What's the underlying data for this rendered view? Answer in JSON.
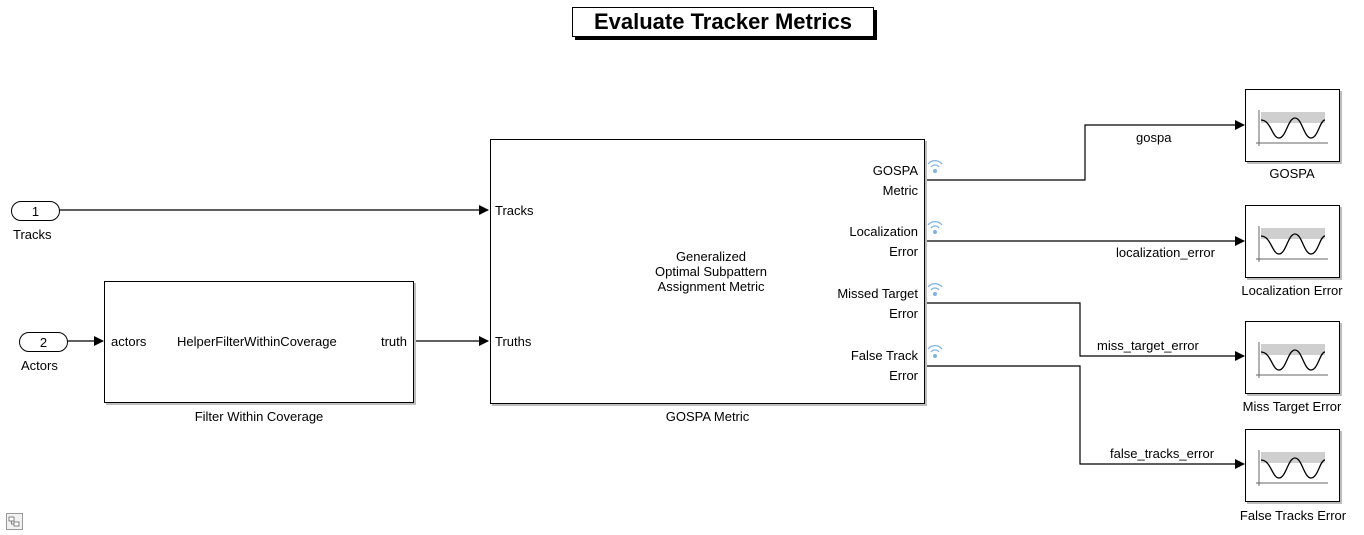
{
  "title": "Evaluate Tracker Metrics",
  "inports": [
    {
      "number": "1",
      "label": "Tracks"
    },
    {
      "number": "2",
      "label": "Actors"
    }
  ],
  "filter_block": {
    "input_port": "actors",
    "function_name": "HelperFilterWithinCoverage",
    "output_port": "truth",
    "caption": "Filter Within Coverage"
  },
  "gospa_block": {
    "input_ports": [
      "Tracks",
      "Truths"
    ],
    "description": [
      "Generalized",
      "Optimal Subpattern",
      "Assignment Metric"
    ],
    "output_ports": [
      {
        "line1": "GOSPA",
        "line2": "Metric"
      },
      {
        "line1": "Localization",
        "line2": "Error"
      },
      {
        "line1": "Missed Target",
        "line2": "Error"
      },
      {
        "line1": "False Track",
        "line2": "Error"
      }
    ],
    "caption": "GOSPA Metric",
    "port_icon": "wireless-signal-icon"
  },
  "signals": [
    "gospa",
    "localization_error",
    "miss_target_error",
    "false_tracks_error"
  ],
  "scopes": [
    "GOSPA",
    "Localization Error",
    "Miss Target Error",
    "False Tracks Error"
  ],
  "scope_icon": "scope-waveform-icon",
  "corner_icon": "model-browser-icon",
  "colors": {
    "line": "#000000",
    "signal_icon": "#7fb3e6",
    "scope_band": "#cfcfcf"
  }
}
